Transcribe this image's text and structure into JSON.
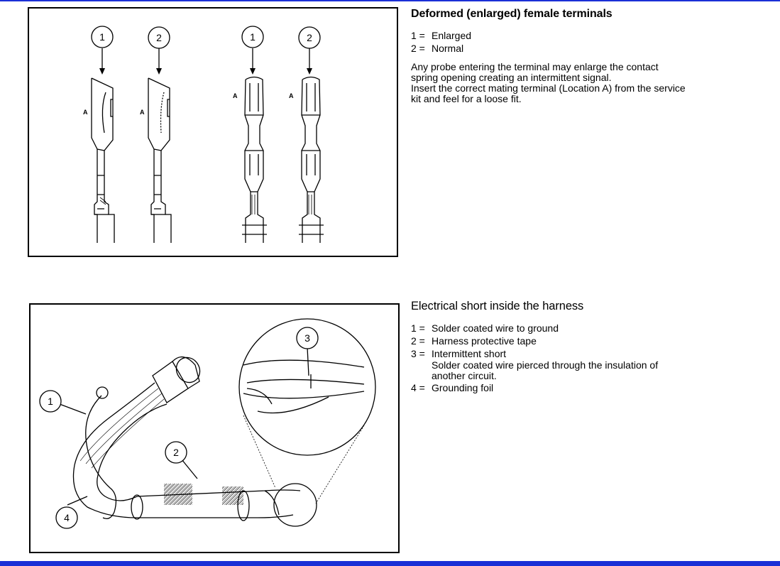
{
  "section_terminals": {
    "title": "Deformed (enlarged) female terminals",
    "legend": [
      {
        "num": "1 =",
        "text": "Enlarged"
      },
      {
        "num": "2 =",
        "text": "Normal"
      }
    ],
    "paragraph_1": "Any probe entering the terminal may enlarge the contact spring opening creating an intermittent signal.",
    "paragraph_2": "Insert the correct mating terminal (Location A) from the service kit and feel for a loose fit.",
    "figure_callouts": [
      "1",
      "2",
      "1",
      "2"
    ],
    "figure_location_labels": [
      "A",
      "A",
      "A",
      "A"
    ]
  },
  "section_harness": {
    "title": "Electrical short inside the harness",
    "legend": [
      {
        "num": "1 =",
        "text": "Solder coated wire to ground"
      },
      {
        "num": "2 =",
        "text": "Harness protective tape"
      },
      {
        "num": "3 =",
        "text": "Intermittent short"
      },
      {
        "num": "",
        "text": "Solder coated wire pierced through the insulation of another circuit."
      },
      {
        "num": "4 =",
        "text": "Grounding foil"
      }
    ],
    "figure_callouts": [
      "1",
      "2",
      "3",
      "4"
    ]
  }
}
